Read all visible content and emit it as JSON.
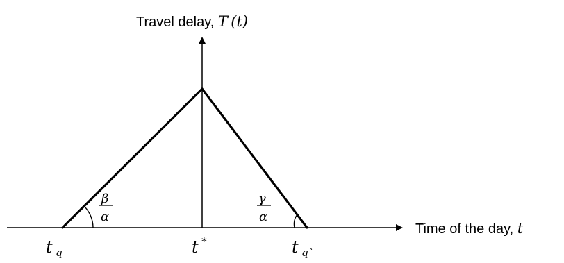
{
  "diagram": {
    "y_axis_label": {
      "text": "Travel delay, ",
      "math_symbol": "T",
      "math_args": "(t)"
    },
    "x_axis_label": {
      "text": "Time of the day, ",
      "math_symbol": "t"
    },
    "ticks": {
      "left": {
        "base": "t",
        "subscript": "q"
      },
      "middle": {
        "base": "t",
        "superscript": "*"
      },
      "right": {
        "base": "t",
        "subscript": "q`"
      }
    },
    "slopes": {
      "left": {
        "numerator": "β",
        "denominator": "α"
      },
      "right": {
        "numerator": "γ",
        "denominator": "α"
      }
    },
    "colors": {
      "stroke": "#000000",
      "background": "#ffffff"
    }
  }
}
